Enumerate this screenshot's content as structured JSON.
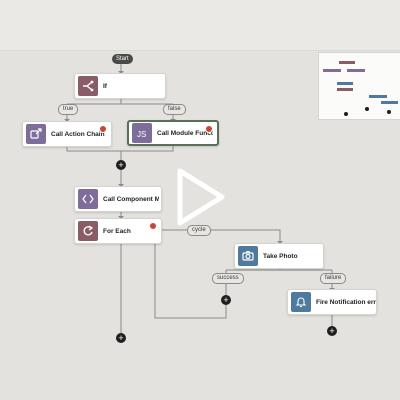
{
  "canvas": {
    "start_label": "Start",
    "nodes": {
      "if": "If",
      "call_action_chain": "Call Action Chain",
      "call_module_function": "Call Module Function",
      "call_component_method": "Call Component Method",
      "for_each": "For Each",
      "take_photo": "Take Photo",
      "fire_notification": "Fire Notification error"
    },
    "branch_labels": {
      "true": "true",
      "false": "false",
      "cycle": "cycle",
      "success": "success",
      "failure": "failure"
    },
    "plus_symbol": "+"
  },
  "colors": {
    "background": "#e4e2de",
    "node_maroon": "#8a5c66",
    "node_purple": "#7e6d9a",
    "node_blue": "#4f7a9f",
    "warning": "#c74634"
  },
  "icons": [
    "branch-icon",
    "action-chain-icon",
    "module-function-icon",
    "component-method-icon",
    "loop-icon",
    "camera-icon",
    "bell-icon",
    "warning-icon",
    "play-icon"
  ]
}
